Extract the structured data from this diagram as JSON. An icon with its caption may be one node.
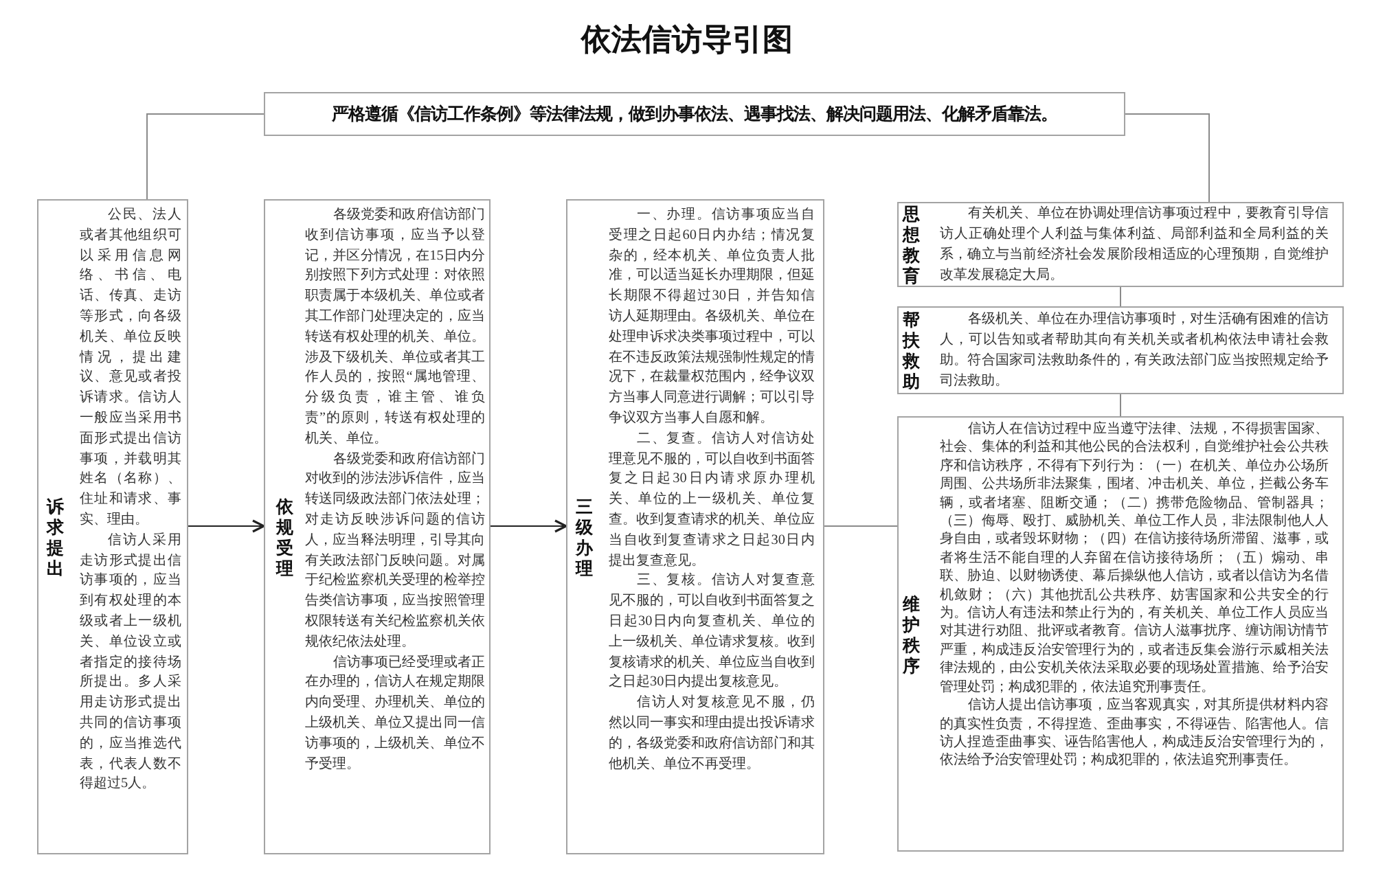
{
  "diagram": {
    "title": "依法信访导引图",
    "nodes": [
      {
        "text": [
          "严格遵循《信访工作条例》等法律法规，做到办事依法、遇事找法、解决问题用法、化解矛盾靠法。"
        ]
      },
      {
        "text": [
          "诉求提出",
          "公民、法人或者其他组织可以采用信息网络、书信、电话、传真、走访等形式，向各级机关、单位反映情况，提出建议、意见或者投诉请求。信访人一般应当采用书面形式提出信访事项，并载明其姓名（名称）、住址和请求、事实、理由。",
          "信访人采用走访形式提出信访事项的，应当到有权处理的本级或者上一级机关、单位设立或者指定的接待场所提出。多人采用走访形式提出共同的信访事项的，应当推选代表，代表人数不得超过5人。"
        ]
      },
      {
        "text": [
          "依规受理",
          "各级党委和政府信访部门收到信访事项，应当予以登记，并区分情况，在15日内分别按照下列方式处理：对依照职责属于本级机关、单位或者其工作部门处理决定的，应当转送有权处理的机关、单位。涉及下级机关、单位或者其工作人员的，按照“属地管理、分级负责，谁主管、谁负责”的原则，转送有权处理的机关、单位。",
          "各级党委和政府信访部门对收到的涉法涉诉信件，应当转送同级政法部门依法处理；对走访反映涉诉问题的信访人，应当释法明理，引导其向有关政法部门反映问题。对属于纪检监察机关受理的检举控告类信访事项，应当按照管理权限转送有关纪检监察机关依规依纪依法处理。",
          "信访事项已经受理或者正在办理的，信访人在规定期限内向受理、办理机关、单位的上级机关、单位又提出同一信访事项的，上级机关、单位不予受理。"
        ]
      },
      {
        "text": [
          "三级办理",
          "一、办理。信访事项应当自受理之日起60日内办结；情况复杂的，经本机关、单位负责人批准，可以适当延长办理期限，但延长期限不得超过30日，并告知信访人延期理由。各级机关、单位在处理申诉求决类事项过程中，可以在不违反政策法规强制性规定的情况下，在裁量权范围内，经争议双方当事人同意进行调解；可以引导争议双方当事人自愿和解。",
          "二、复查。信访人对信访处理意见不服的，可以自收到书面答复之日起30日内请求原办理机关、单位的上一级机关、单位复查。收到复查请求的机关、单位应当自收到复查请求之日起30日内提出复查意见。",
          "三、复核。信访人对复查意见不服的，可以自收到书面答复之日起30日内向复查机关、单位的上一级机关、单位请求复核。收到复核请求的机关、单位应当自收到之日起30日内提出复核意见。",
          "信访人对复核意见不服，仍然以同一事实和理由提出投诉请求的，各级党委和政府信访部门和其他机关、单位不再受理。"
        ]
      },
      {
        "text": [
          "思想教育",
          "有关机关、单位在协调处理信访事项过程中，要教育引导信访人正确处理个人利益与集体利益、局部利益和全局利益的关系，确立与当前经济社会发展阶段相适应的心理预期，自觉维护改革发展稳定大局。"
        ]
      },
      {
        "text": [
          "帮扶救助",
          "各级机关、单位在办理信访事项时，对生活确有困难的信访人，可以告知或者帮助其向有关机关或者机构依法申请社会救助。符合国家司法救助条件的，有关政法部门应当按照规定给予司法救助。"
        ]
      },
      {
        "text": [
          "维护秩序",
          "信访人在信访过程中应当遵守法律、法规，不得损害国家、社会、集体的利益和其他公民的合法权利，自觉维护社会公共秩序和信访秩序，不得有下列行为：（一）在机关、单位办公场所周围、公共场所非法聚集，围堵、冲击机关、单位，拦截公务车辆，或者堵塞、阻断交通；（二）携带危险物品、管制器具；（三）侮辱、殴打、威胁机关、单位工作人员，非法限制他人人身自由，或者毁坏财物；（四）在信访接待场所滞留、滋事，或者将生活不能自理的人弃留在信访接待场所；（五）煽动、串联、胁迫、以财物诱使、幕后操纵他人信访，或者以信访为名借机敛财；（六）其他扰乱公共秩序、妨害国家和公共安全的行为。信访人有违法和禁止行为的，有关机关、单位工作人员应当对其进行劝阻、批评或者教育。信访人滋事扰序、缠访闹访情节严重，构成违反治安管理行为的，或者违反集会游行示威相关法律法规的，由公安机关依法采取必要的现场处置措施、给予治安管理处罚；构成犯罪的，依法追究刑事责任。",
          "信访人提出信访事项，应当客观真实，对其所提供材料内容的真实性负责，不得捏造、歪曲事实，不得诬告、陷害他人。信访人捏造歪曲事实、诬告陷害他人，构成违反治安管理行为的，依法给予治安管理处罚；构成犯罪的，依法追究刑事责任。"
        ]
      }
    ],
    "edges": [
      {
        "from": 0,
        "to": 1,
        "arrow": "none"
      },
      {
        "from": 0,
        "to": 4,
        "arrow": "none"
      },
      {
        "from": 1,
        "to": 2,
        "arrow": "to",
        "color": "#222222"
      },
      {
        "from": 2,
        "to": 3,
        "arrow": "to",
        "color": "#222222"
      },
      {
        "from": 3,
        "to": 6,
        "arrow": "none"
      },
      {
        "from": 4,
        "to": 5,
        "arrow": "none"
      },
      {
        "from": 5,
        "to": 6,
        "arrow": "none"
      }
    ]
  }
}
